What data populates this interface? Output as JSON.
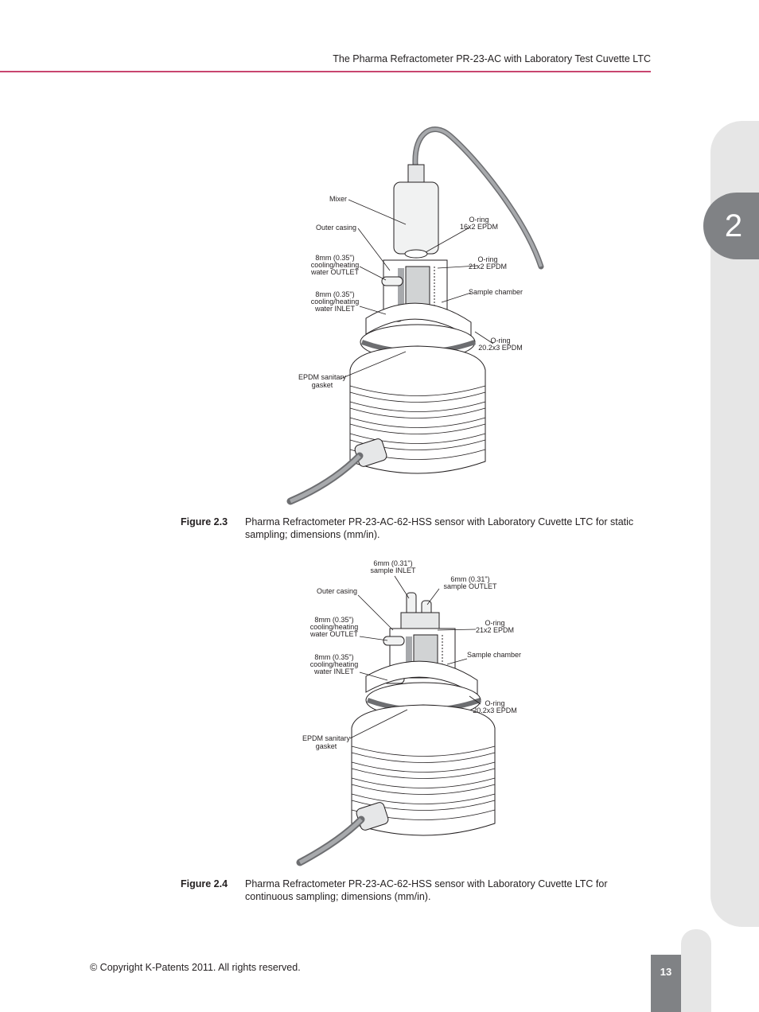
{
  "header": {
    "title": "The Pharma Refractometer PR-23-AC with Laboratory Test Cuvette LTC"
  },
  "chapter_tab": {
    "number": "2"
  },
  "figures": [
    {
      "number": "Figure 2.3",
      "caption": "Pharma Refractometer PR-23-AC-62-HSS sensor with Laboratory Cuvette LTC for static sampling; dimensions (mm/in).",
      "labels": {
        "mixer": "Mixer",
        "outer_casing": "Outer casing",
        "outlet": [
          "8mm (0.35\")",
          "cooling/heating",
          "water OUTLET"
        ],
        "inlet": [
          "8mm (0.35\")",
          "cooling/heating",
          "water INLET"
        ],
        "gasket": [
          "EPDM sanitary",
          "gasket"
        ],
        "oring_16": [
          "O-ring",
          "16x2 EPDM"
        ],
        "oring_21": [
          "O-ring",
          "21x2 EPDM"
        ],
        "sample_chamber": "Sample chamber",
        "oring_20": [
          "O-ring",
          "20.2x3 EPDM"
        ]
      }
    },
    {
      "number": "Figure 2.4",
      "caption": "Pharma Refractometer PR-23-AC-62-HSS sensor with Laboratory Cuvette LTC for continuous sampling; dimensions (mm/in).",
      "labels": {
        "sample_inlet": [
          "6mm (0.31\")",
          "sample INLET"
        ],
        "sample_outlet": [
          "6mm (0.31\")",
          "sample OUTLET"
        ],
        "outer_casing": "Outer casing",
        "outlet": [
          "8mm (0.35\")",
          "cooling/heating",
          "water OUTLET"
        ],
        "inlet": [
          "8mm (0.35\")",
          "cooling/heating",
          "water INLET"
        ],
        "gasket": [
          "EPDM sanitary",
          "gasket"
        ],
        "oring_21": [
          "O-ring",
          "21x2 EPDM"
        ],
        "sample_chamber": "Sample chamber",
        "oring_20": [
          "O-ring",
          "20.2x3 EPDM"
        ]
      }
    }
  ],
  "footer": {
    "copyright": "© Copyright K-Patents 2011. All rights reserved.",
    "page_number": "13"
  }
}
